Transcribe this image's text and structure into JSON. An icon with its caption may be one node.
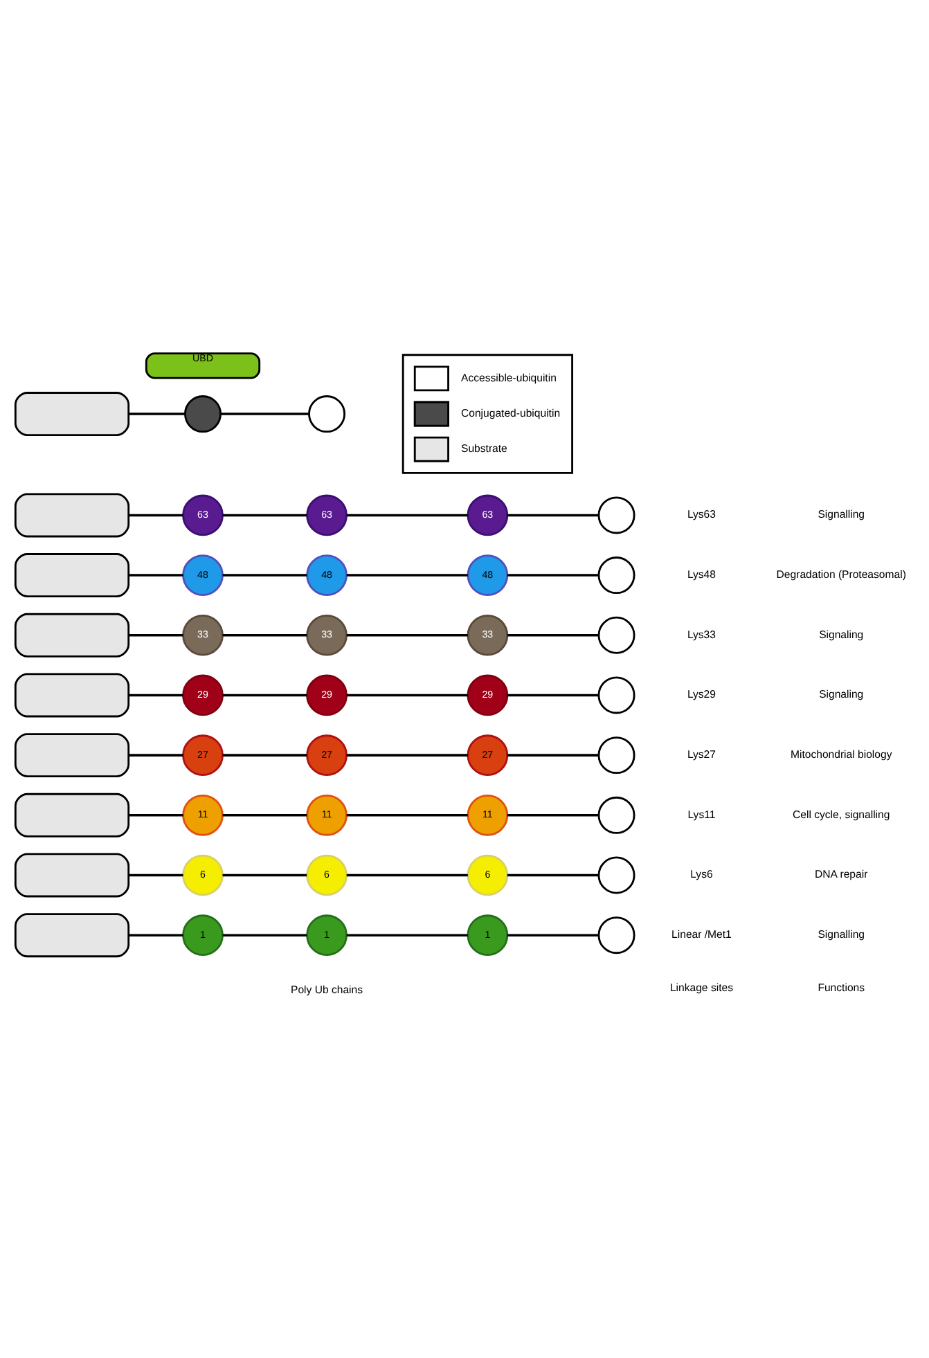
{
  "diagram": {
    "nodes": [
      {
        "text": [],
        "shape": "box"
      },
      {
        "text": [
          "1"
        ]
      },
      {
        "text": [
          "1"
        ]
      },
      {
        "text": [
          "1"
        ]
      },
      {
        "text": [],
        "shape": "circle"
      },
      {
        "text": [],
        "shape": "box"
      },
      {
        "text": [
          "6"
        ]
      },
      {
        "text": [
          "6"
        ]
      },
      {
        "text": [
          "6"
        ]
      },
      {
        "text": [],
        "shape": "circle"
      },
      {
        "text": [],
        "shape": "box"
      },
      {
        "text": [
          "11"
        ]
      },
      {
        "text": [
          "11"
        ]
      },
      {
        "text": [
          "11"
        ]
      },
      {
        "text": [],
        "shape": "circle"
      },
      {
        "text": [],
        "shape": "box"
      },
      {
        "text": [
          "27"
        ]
      },
      {
        "text": [
          "27"
        ]
      },
      {
        "text": [
          "27"
        ]
      },
      {
        "text": [],
        "shape": "circle"
      },
      {
        "text": [],
        "shape": "box"
      },
      {
        "text": [
          "29"
        ]
      },
      {
        "text": [
          "29"
        ]
      },
      {
        "text": [
          "29"
        ]
      },
      {
        "text": [],
        "shape": "circle"
      },
      {
        "text": [],
        "shape": "box"
      },
      {
        "text": [
          "33"
        ]
      },
      {
        "text": [
          "33"
        ]
      },
      {
        "text": [
          "33"
        ]
      },
      {
        "text": [],
        "shape": "circle"
      },
      {
        "text": [],
        "shape": "box"
      },
      {
        "text": [
          "48"
        ]
      },
      {
        "text": [
          "48"
        ]
      },
      {
        "text": [
          "48"
        ]
      },
      {
        "text": [],
        "shape": "circle"
      },
      {
        "text": [],
        "shape": "box"
      },
      {
        "text": [
          "63"
        ]
      },
      {
        "text": [
          "63"
        ]
      },
      {
        "text": [
          "63"
        ]
      },
      {
        "text": [],
        "shape": "circle"
      },
      {
        "text": [
          "UBD"
        ]
      },
      {
        "text": [],
        "shape": "box"
      },
      {
        "text": [],
        "shape": "circle"
      },
      {
        "text": [],
        "shape": "circle"
      }
    ],
    "edges": [
      {
        "from": 0,
        "to": 1,
        "arrow": "none"
      },
      {
        "from": 1,
        "to": 2,
        "arrow": "none"
      },
      {
        "from": 2,
        "to": 3,
        "arrow": "none"
      },
      {
        "from": 3,
        "to": 4,
        "arrow": "none"
      },
      {
        "from": 5,
        "to": 6,
        "arrow": "none"
      },
      {
        "from": 6,
        "to": 7,
        "arrow": "none"
      },
      {
        "from": 7,
        "to": 8,
        "arrow": "none"
      },
      {
        "from": 8,
        "to": 9,
        "arrow": "none"
      },
      {
        "from": 10,
        "to": 11,
        "arrow": "none"
      },
      {
        "from": 11,
        "to": 12,
        "arrow": "none"
      },
      {
        "from": 12,
        "to": 13,
        "arrow": "none"
      },
      {
        "from": 13,
        "to": 14,
        "arrow": "none"
      },
      {
        "from": 15,
        "to": 16,
        "arrow": "none"
      },
      {
        "from": 16,
        "to": 17,
        "arrow": "none"
      },
      {
        "from": 17,
        "to": 18,
        "arrow": "none"
      },
      {
        "from": 18,
        "to": 19,
        "arrow": "none"
      },
      {
        "from": 20,
        "to": 21,
        "arrow": "none"
      },
      {
        "from": 21,
        "to": 22,
        "arrow": "none"
      },
      {
        "from": 22,
        "to": 23,
        "arrow": "none"
      },
      {
        "from": 23,
        "to": 24,
        "arrow": "none"
      },
      {
        "from": 25,
        "to": 26,
        "arrow": "none"
      },
      {
        "from": 26,
        "to": 27,
        "arrow": "none"
      },
      {
        "from": 27,
        "to": 28,
        "arrow": "none"
      },
      {
        "from": 28,
        "to": 29,
        "arrow": "none"
      },
      {
        "from": 30,
        "to": 31,
        "arrow": "none"
      },
      {
        "from": 31,
        "to": 32,
        "arrow": "none"
      },
      {
        "from": 32,
        "to": 33,
        "arrow": "none"
      },
      {
        "from": 33,
        "to": 34,
        "arrow": "none"
      },
      {
        "from": 35,
        "to": 36,
        "arrow": "none"
      },
      {
        "from": 36,
        "to": 37,
        "arrow": "none"
      },
      {
        "from": 37,
        "to": 38,
        "arrow": "none"
      },
      {
        "from": 38,
        "to": 39,
        "arrow": "none"
      },
      {
        "from": 41,
        "to": 42,
        "arrow": "none"
      },
      {
        "from": 42,
        "to": 43,
        "arrow": "none"
      }
    ],
    "labels": [
      "Poly Ub chains",
      "Linkage sites",
      "Functions",
      "Linear /Met1",
      "Signalling",
      "Lys6",
      "DNA repair",
      "Lys11",
      "Cell cycle, signalling",
      "Lys27",
      "Mitochondrial biology",
      "Lys29",
      "Signaling",
      "Lys33",
      "Signaling",
      "Lys48",
      "Degradation (Proteasomal)",
      "Lys63",
      "Signalling"
    ],
    "legend": [
      {
        "text": "Accessible-ubiquitin",
        "color": "#ffffff"
      },
      {
        "text": "Conjugated-ubiquitin",
        "color": "#4a4a4a"
      },
      {
        "text": "Substrate",
        "color": "#e6e6e6"
      }
    ]
  }
}
